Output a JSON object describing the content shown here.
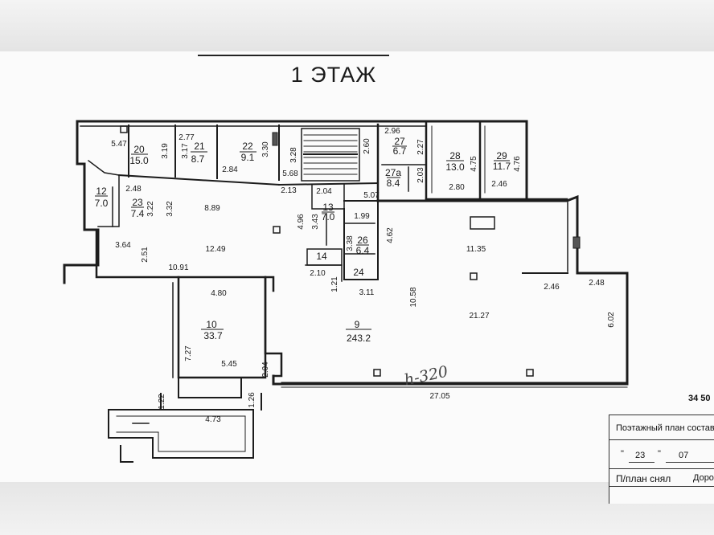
{
  "floor_plan": {
    "title": "1 ЭТАЖ",
    "handwritten_note": "h-320",
    "rooms": [
      {
        "id": "room-20",
        "number": "20",
        "area": "15.0"
      },
      {
        "id": "room-21",
        "number": "21",
        "area": "8.7"
      },
      {
        "id": "room-22",
        "number": "22",
        "area": "9.1"
      },
      {
        "id": "room-27",
        "number": "27",
        "area": "6.7"
      },
      {
        "id": "room-27a",
        "number": "27a",
        "area": "8.4"
      },
      {
        "id": "room-28",
        "number": "28",
        "area": "13.0"
      },
      {
        "id": "room-29",
        "number": "29",
        "area": "11.7"
      },
      {
        "id": "room-12",
        "number": "12",
        "area": "7.0"
      },
      {
        "id": "room-23",
        "number": "23",
        "area": "7.4"
      },
      {
        "id": "room-13",
        "number": "13",
        "area": "7.0"
      },
      {
        "id": "room-26",
        "number": "26",
        "area": "6.4"
      },
      {
        "id": "room-14",
        "number": "14",
        "area": ""
      },
      {
        "id": "room-24",
        "number": "24",
        "area": ""
      },
      {
        "id": "room-10",
        "number": "10",
        "area": "33.7"
      },
      {
        "id": "room-9",
        "number": "9",
        "area": "243.2"
      }
    ],
    "dimensions": [
      "5.47",
      "3.19",
      "2.77",
      "3.17",
      "3.30",
      "2.84",
      "3.28",
      "5.68",
      "2.60",
      "2.96",
      "2.27",
      "2.03",
      "4.75",
      "4.76",
      "2.80",
      "2.46",
      "2.48",
      "3.22",
      "3.32",
      "8.89",
      "2.13",
      "2.04",
      "5.07",
      "4.96",
      "3.43",
      "1.99",
      "4.62",
      "3.38",
      "3.64",
      "2.51",
      "12.49",
      "10.91",
      "2.10",
      "1.21",
      "3.11",
      "11.35",
      "10.58",
      "2.46",
      "2.48",
      "4.80",
      "21.27",
      "6.02",
      "7.27",
      "5.45",
      "2.04",
      "1.22",
      "1.26",
      "27.05",
      "4.73"
    ]
  },
  "title_block": {
    "number": "34 50",
    "row1": "Поэтажный план составл",
    "day": "23",
    "month": "07",
    "row3_label": "П/план снял",
    "row3_value": "Доро"
  }
}
